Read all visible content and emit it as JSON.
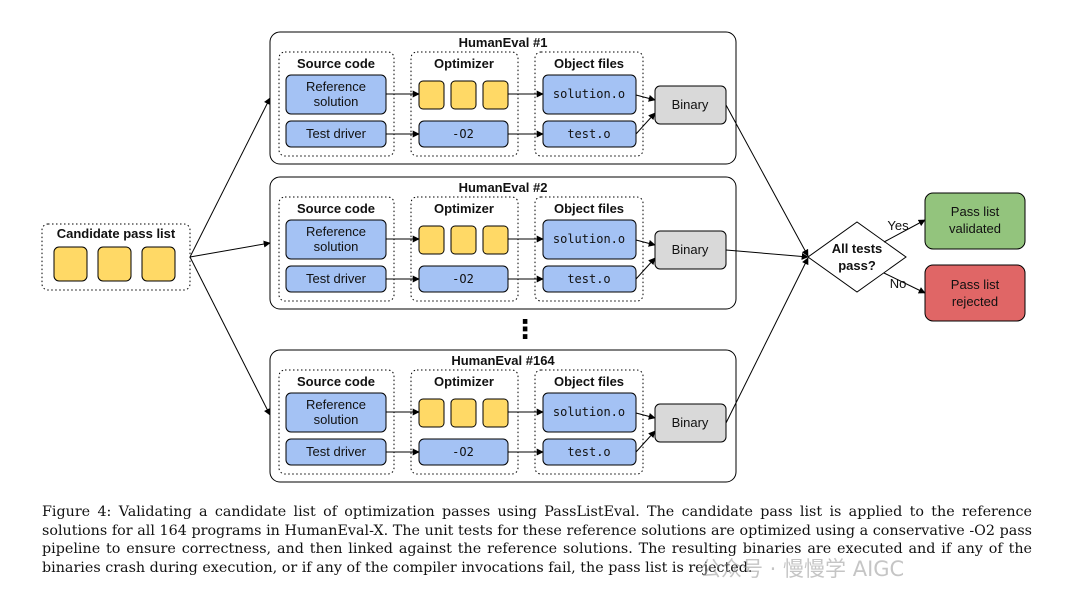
{
  "candidate": {
    "title": "Candidate pass list"
  },
  "evals": [
    {
      "title": "HumanEval #1"
    },
    {
      "title": "HumanEval #2"
    },
    {
      "title": "HumanEval #164"
    }
  ],
  "group_labels": {
    "source": "Source code",
    "optimizer": "Optimizer",
    "objects": "Object files"
  },
  "box_labels": {
    "reference_line1": "Reference",
    "reference_line2": "solution",
    "test_driver": "Test driver",
    "o2": "-O2",
    "solution_o": "solution.o",
    "test_o": "test.o",
    "binary": "Binary"
  },
  "ellipsis": "⋮",
  "decision": {
    "line1": "All tests",
    "line2": "pass?",
    "yes": "Yes",
    "no": "No"
  },
  "outcomes": {
    "validated_line1": "Pass list",
    "validated_line2": "validated",
    "rejected_line1": "Pass list",
    "rejected_line2": "rejected"
  },
  "caption": "Figure 4: Validating a candidate list of optimization passes using PassListEval. The candidate pass list is applied to the reference solutions for all 164 programs in HumanEval-X. The unit tests for these reference solutions are optimized using a conservative -O2 pass pipeline to ensure correctness, and then linked against the reference solutions. The resulting binaries are executed and if any of the binaries crash during execution, or if any of the compiler invocations fail, the pass list is rejected.",
  "watermark": "公众号 · 慢慢学 AIGC",
  "colors": {
    "blue": "#a4c2f4",
    "yellow": "#ffd966",
    "gray": "#d9d9d9",
    "green": "#93c47d",
    "red": "#e06666"
  }
}
